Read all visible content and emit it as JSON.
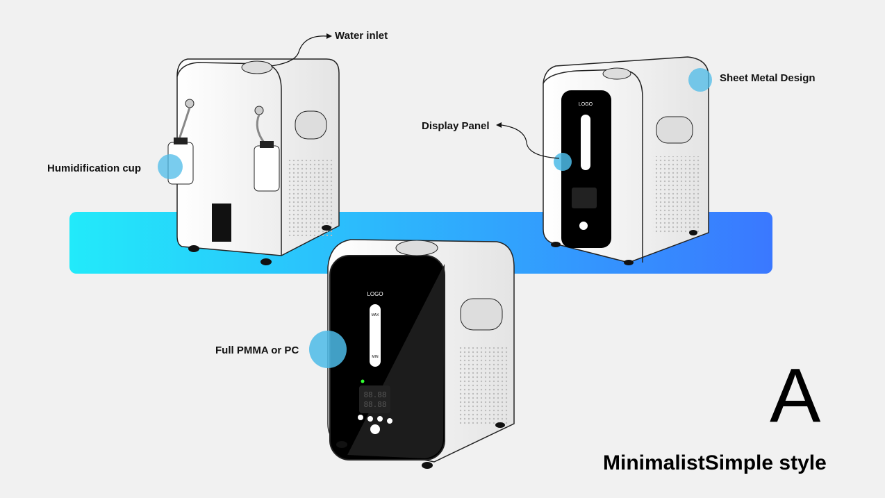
{
  "labels": {
    "water_inlet": "Water inlet",
    "sheet_metal": "Sheet Metal Design",
    "display_panel": "Display Panel",
    "humidification_cup": "Humidification cup",
    "full_pmma": "Full PMMA or PC"
  },
  "device": {
    "logo": "LOGO",
    "max": "MAX",
    "min": "MIN",
    "display_line1": "88.88",
    "display_line2": "88.88"
  },
  "variant_letter": "A",
  "style_title": "MinimalistSimple style",
  "colors": {
    "band_start": "#22eafa",
    "band_end": "#3a78ff",
    "callout_circle": "#4cbbe8",
    "panel": "#000000",
    "body": "#ffffff"
  }
}
